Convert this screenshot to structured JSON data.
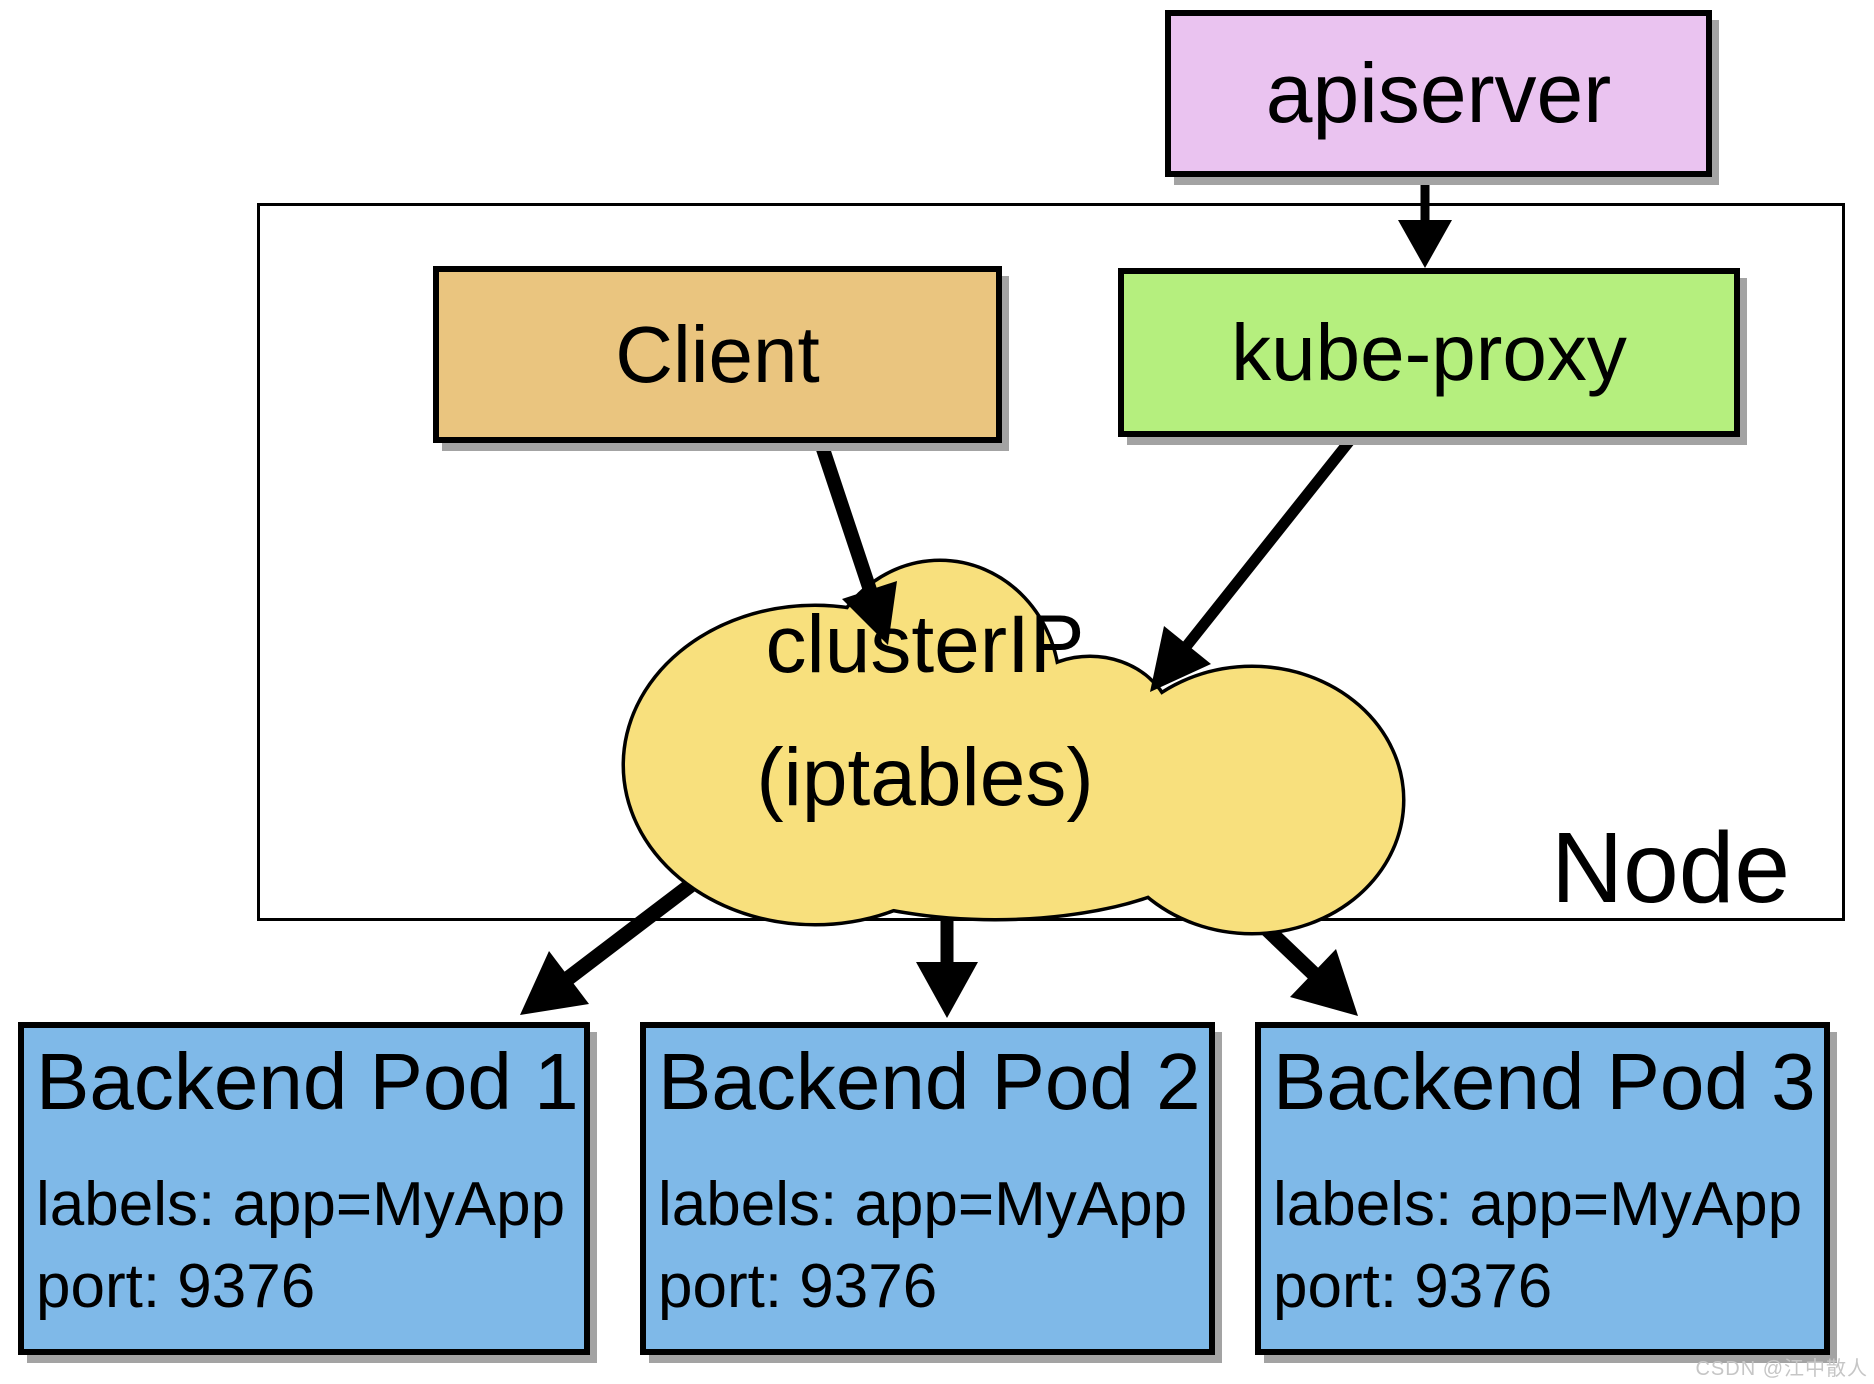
{
  "diagram": {
    "apiserver_label": "apiserver",
    "client_label": "Client",
    "kube_proxy_label": "kube-proxy",
    "node_label": "Node",
    "cloud": {
      "line1": "clusterIP",
      "line2": "(iptables)"
    },
    "pods": [
      {
        "title": "Backend Pod 1",
        "labels": "labels: app=MyApp",
        "port": "port: 9376"
      },
      {
        "title": "Backend Pod 2",
        "labels": "labels: app=MyApp",
        "port": "port: 9376"
      },
      {
        "title": "Backend Pod 3",
        "labels": "labels: app=MyApp",
        "port": "port: 9376"
      }
    ],
    "watermark": "CSDN @江中散人",
    "colors": {
      "apiserver_fill": "#eac3f0",
      "client_fill": "#eac57f",
      "kube_proxy_fill": "#b5ef7e",
      "cloud_fill": "#f8e07d",
      "pod_fill": "#7fb9e8",
      "outline": "#000000",
      "watermark_color": "#c6c6c6"
    }
  }
}
